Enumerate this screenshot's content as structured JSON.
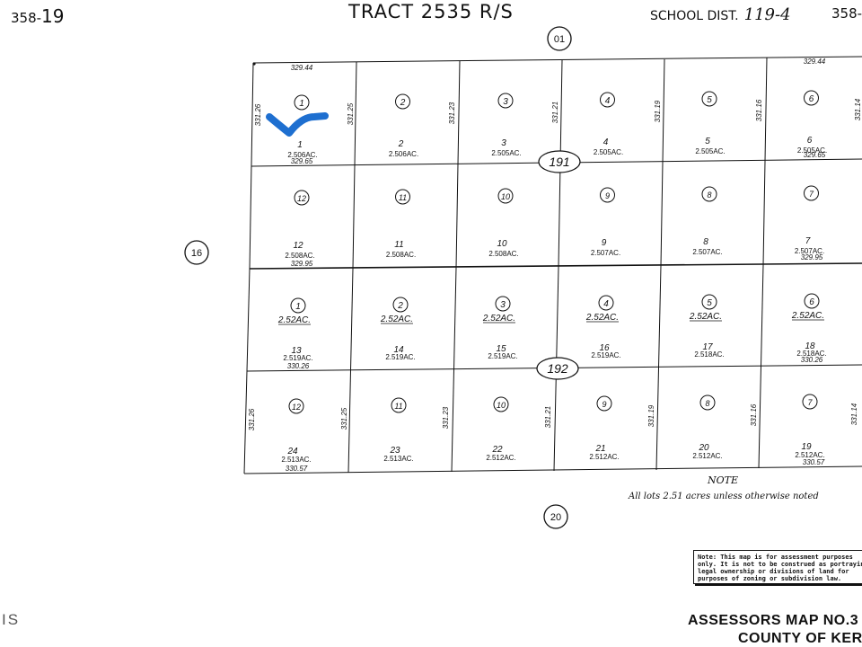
{
  "header": {
    "left_code_prefix": "358-",
    "left_code_num": "19",
    "title": "TRACT 2535 R/S",
    "school_label": "SCHOOL DIST.",
    "school_value": "119-4",
    "right_code": "358-"
  },
  "markers": {
    "top": "01",
    "left": "16",
    "bottom": "20",
    "road_1": "191",
    "road_2": "192"
  },
  "dimensions": {
    "top_edge_left": "329.44",
    "top_edge_right": "329.44",
    "row1_bottom": [
      "329.65",
      "329.65"
    ],
    "row2_bottom": [
      "329.95",
      "329.95"
    ],
    "row3_bottom": [
      "330.26",
      "330.26"
    ],
    "row4_bottom": [
      "330.57",
      "330.57"
    ],
    "north_cols": [
      "331.26",
      "331.25",
      "331.23",
      "331.21",
      "331.19",
      "331.16",
      "331.14"
    ],
    "south_cols": [
      "331.26",
      "331.25",
      "331.23",
      "331.21",
      "331.19",
      "331.16",
      "331.14"
    ]
  },
  "parcels": {
    "row1": [
      {
        "circle": "1",
        "lot": "1",
        "acres": "2.506AC."
      },
      {
        "circle": "2",
        "lot": "2",
        "acres": "2.506AC."
      },
      {
        "circle": "3",
        "lot": "3",
        "acres": "2.505AC."
      },
      {
        "circle": "4",
        "lot": "4",
        "acres": "2.505AC."
      },
      {
        "circle": "5",
        "lot": "5",
        "acres": "2.505AC."
      },
      {
        "circle": "6",
        "lot": "6",
        "acres": "2.505AC."
      }
    ],
    "row2": [
      {
        "circle": "12",
        "lot": "12",
        "acres": "2.508AC."
      },
      {
        "circle": "11",
        "lot": "11",
        "acres": "2.508AC."
      },
      {
        "circle": "10",
        "lot": "10",
        "acres": "2.508AC."
      },
      {
        "circle": "9",
        "lot": "9",
        "acres": "2.507AC."
      },
      {
        "circle": "8",
        "lot": "8",
        "acres": "2.507AC."
      },
      {
        "circle": "7",
        "lot": "7",
        "acres": "2.507AC."
      }
    ],
    "row3": [
      {
        "circle": "1",
        "old_acres": "2.52AC.",
        "lot": "13",
        "acres": "2.519AC."
      },
      {
        "circle": "2",
        "old_acres": "2.52AC.",
        "lot": "14",
        "acres": "2.519AC."
      },
      {
        "circle": "3",
        "old_acres": "2.52AC.",
        "lot": "15",
        "acres": "2.519AC."
      },
      {
        "circle": "4",
        "old_acres": "2.52AC.",
        "lot": "16",
        "acres": "2.519AC."
      },
      {
        "circle": "5",
        "old_acres": "2.52AC.",
        "lot": "17",
        "acres": "2.518AC."
      },
      {
        "circle": "6",
        "old_acres": "2.52AC.",
        "lot": "18",
        "acres": "2.518AC."
      }
    ],
    "row4": [
      {
        "circle": "12",
        "lot": "24",
        "acres": "2.513AC."
      },
      {
        "circle": "11",
        "lot": "23",
        "acres": "2.513AC."
      },
      {
        "circle": "10",
        "lot": "22",
        "acres": "2.512AC."
      },
      {
        "circle": "9",
        "lot": "21",
        "acres": "2.512AC."
      },
      {
        "circle": "8",
        "lot": "20",
        "acres": "2.512AC."
      },
      {
        "circle": "7",
        "lot": "19",
        "acres": "2.512AC."
      }
    ]
  },
  "note": {
    "heading": "NOTE",
    "text": "All lots 2.51 acres unless otherwise noted"
  },
  "disclaimer": "Note: This map is for assessment purposes\nonly. It is not to be construed as portraying\nlegal ownership or divisions of land for\npurposes of zoning or subdivision law.",
  "footer": {
    "map_no": "ASSESSORS MAP NO.3",
    "county": "COUNTY OF KER",
    "left_edge": "IS"
  },
  "annotation": {
    "checkmark_color": "#1e6fd0"
  }
}
